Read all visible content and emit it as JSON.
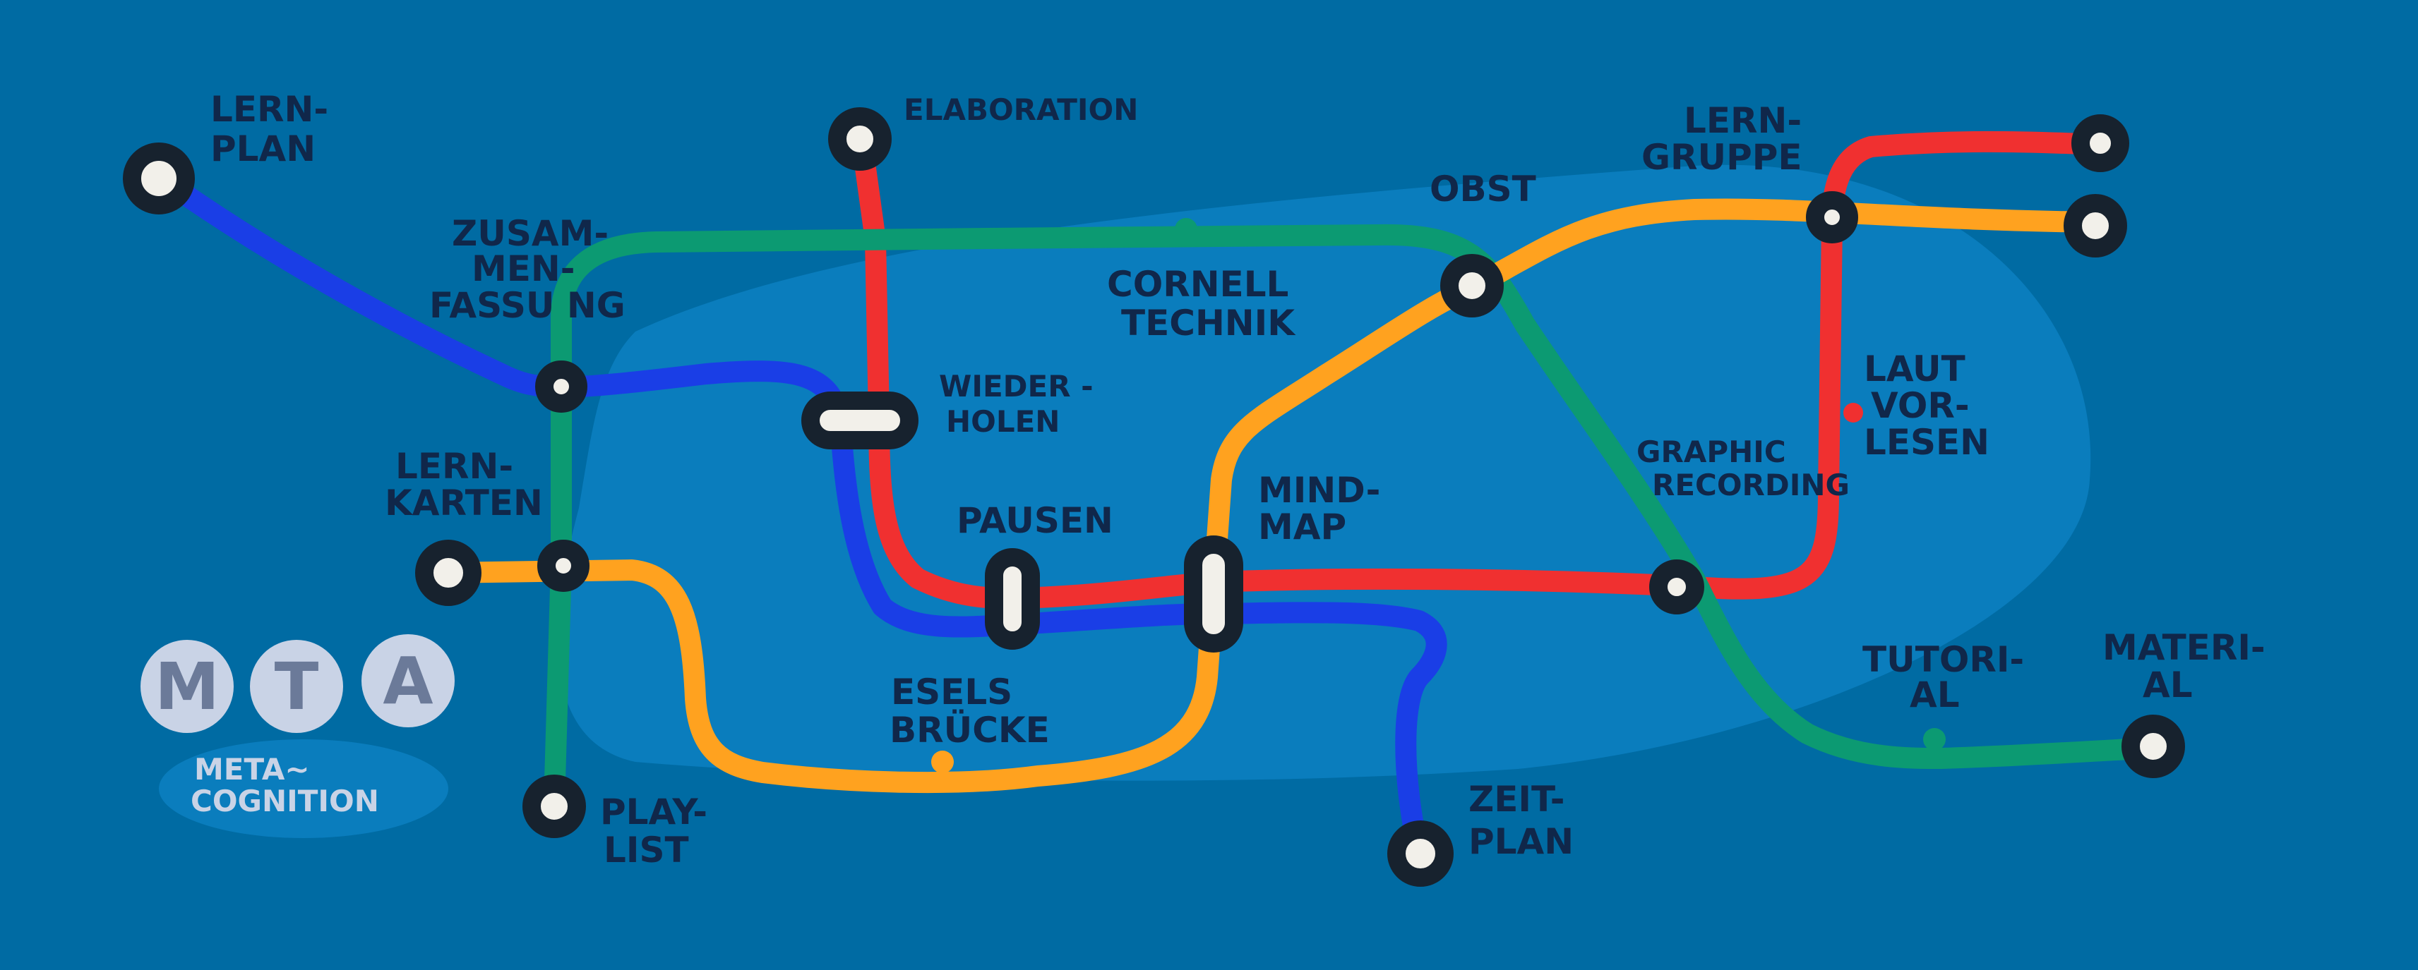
{
  "colors": {
    "background": "#006ba3",
    "zone": "#0a7dbd",
    "line_blue": "#1a3ee6",
    "line_green": "#0c9a72",
    "line_red": "#f03030",
    "line_orange": "#ffa21f",
    "station_ring": "#17222e",
    "station_fill": "#f2f0ea",
    "label": "#10274a"
  },
  "stations": {
    "lernplan": [
      "LERN-",
      "PLAN"
    ],
    "elaboration": [
      "ELABORATION"
    ],
    "obst": [
      "OBST"
    ],
    "lerngruppe": [
      "LERN-",
      "GRUPPE"
    ],
    "zusammenfassung": [
      "ZUSAM-",
      "MEN-",
      "FASSU NG"
    ],
    "cornell": [
      "CORNELL",
      "TECHNIK"
    ],
    "wiederholen": [
      "WIEDER -",
      "HOLEN"
    ],
    "lautvorlesen": [
      "LAUT",
      "VOR-",
      "LESEN"
    ],
    "lernkarten": [
      "LERN-",
      "KARTEN"
    ],
    "pausen": [
      "PAUSEN"
    ],
    "mindmap": [
      "MIND-",
      "MAP"
    ],
    "graphic": [
      "GRAPHIC",
      "RECORDING"
    ],
    "esels": [
      "ESELS",
      "BRÜCKE"
    ],
    "tutorial": [
      "TUTORI-",
      "AL"
    ],
    "material": [
      "MATERI-",
      "AL"
    ],
    "playlist": [
      "PLAY-",
      "LIST"
    ],
    "zeitplan": [
      "ZEIT-",
      "PLAN"
    ]
  },
  "badge": {
    "letters": [
      "M",
      "T",
      "A"
    ],
    "subtitle": [
      "META~",
      "COGNITION"
    ]
  }
}
